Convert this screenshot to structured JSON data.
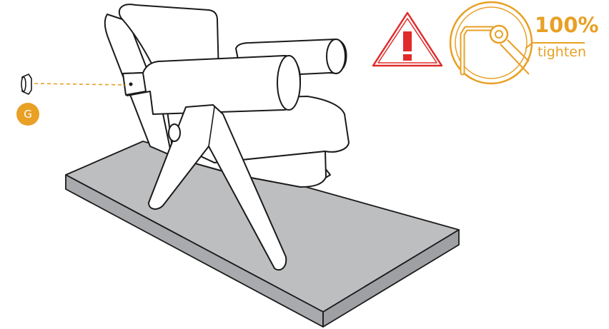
{
  "part": {
    "label": "G",
    "name": "bolt-cap"
  },
  "tighten": {
    "percent": "100%",
    "label": "tighten"
  },
  "warning": {
    "symbol": "!"
  },
  "colors": {
    "accent": "#E8A025",
    "warning": "#E02B2B",
    "platform": "#BDBEC0",
    "line": "#1A1A1A"
  }
}
